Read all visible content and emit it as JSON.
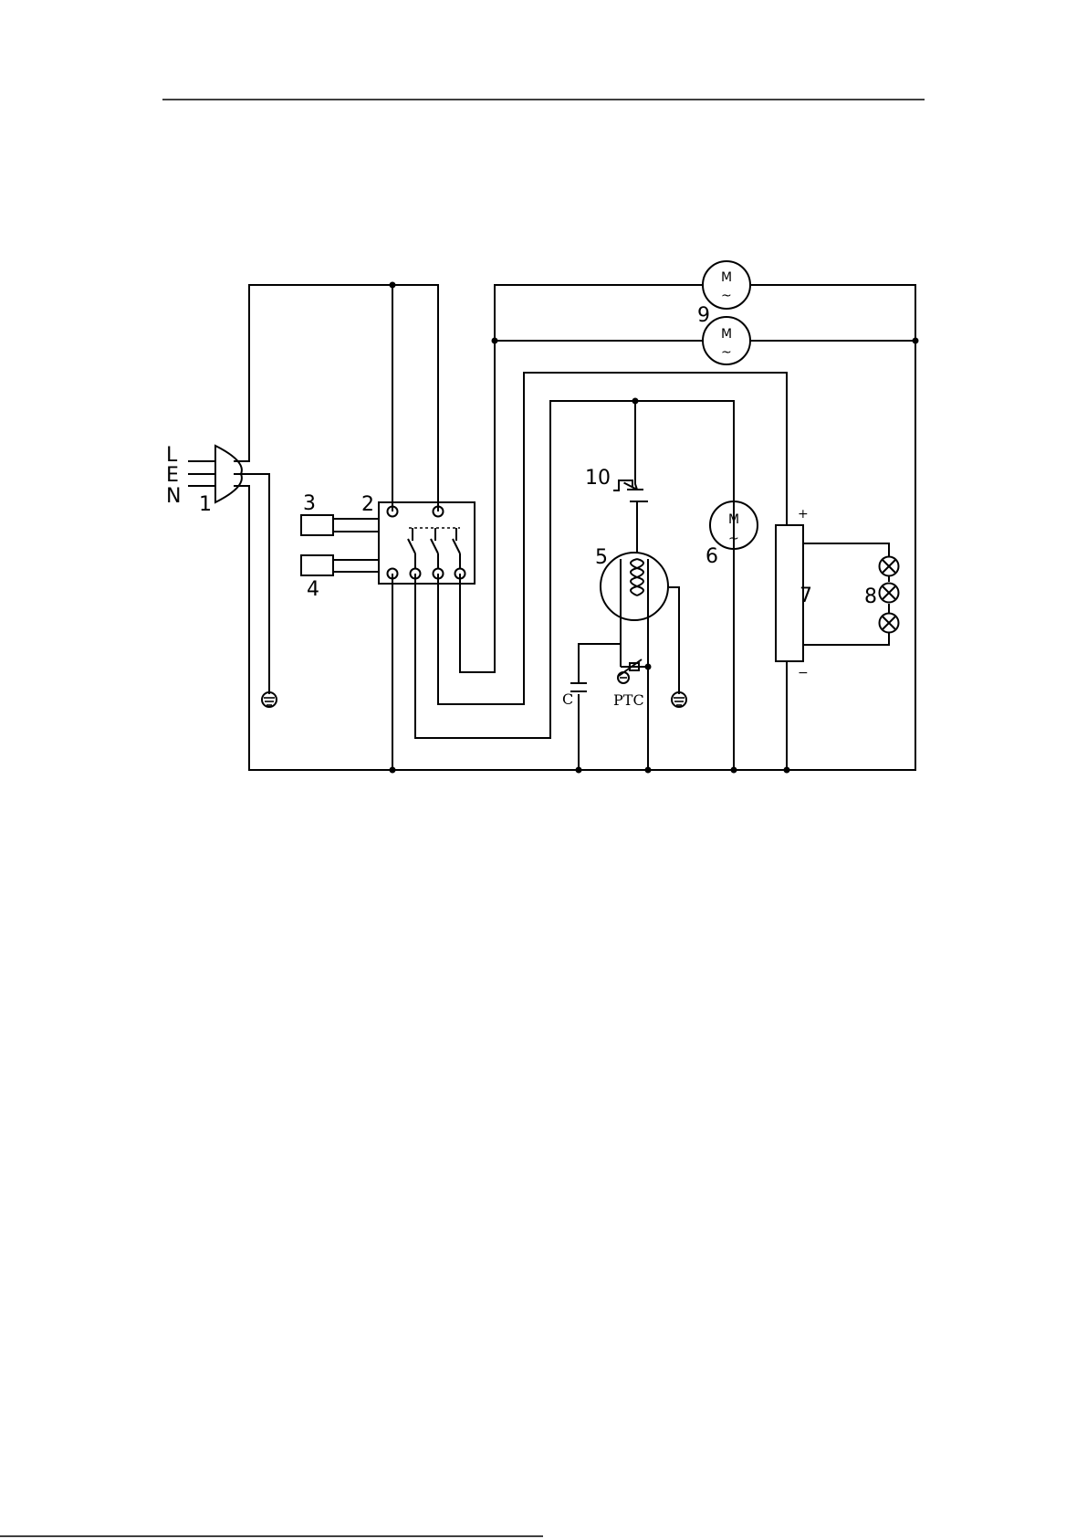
{
  "diagram": {
    "plug_lines": [
      "L",
      "E",
      "N"
    ],
    "component_numbers": {
      "plug": "1",
      "switch_block": "2",
      "part_3": "3",
      "part_4": "4",
      "compressor": "5",
      "motor_6": "6",
      "controller": "7",
      "lamps": "8",
      "motors_9": "9",
      "door_switch": "10"
    },
    "motor_symbol": "M",
    "ac_symbol": "~",
    "capacitor_label": "C",
    "ptc_label": "PTC",
    "plus_sign": "+",
    "minus_sign": "−"
  }
}
